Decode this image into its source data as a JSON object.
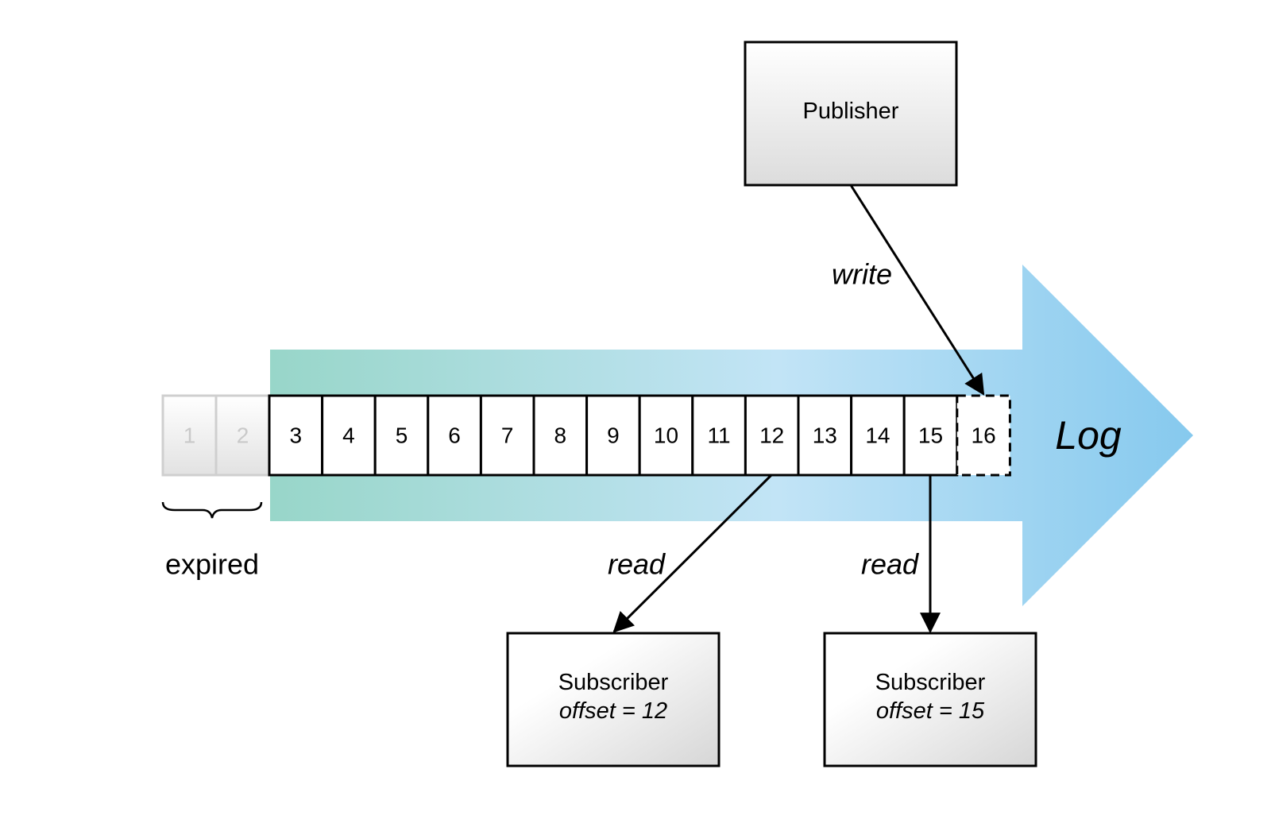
{
  "log": {
    "label": "Log",
    "expired_label": "expired",
    "expired_cells": [
      "1",
      "2"
    ],
    "cells": [
      "3",
      "4",
      "5",
      "6",
      "7",
      "8",
      "9",
      "10",
      "11",
      "12",
      "13",
      "14",
      "15"
    ],
    "pending_cell": "16",
    "colors": {
      "arrow_start": "#98d6c9",
      "arrow_mid": "#c2e4f6",
      "arrow_end": "#86c9ee"
    }
  },
  "publisher": {
    "label": "Publisher",
    "edge_label": "write"
  },
  "subscribers": [
    {
      "label": "Subscriber",
      "offset_text": "offset = 12",
      "edge_label": "read"
    },
    {
      "label": "Subscriber",
      "offset_text": "offset = 15",
      "edge_label": "read"
    }
  ]
}
